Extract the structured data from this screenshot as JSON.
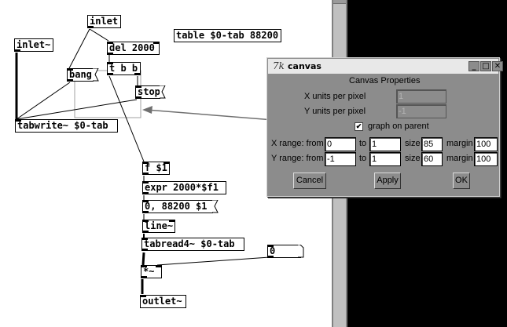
{
  "patch": {
    "objects": {
      "inlet_ctl": "inlet",
      "inlet_sig": "inlet~",
      "del": "del 2000",
      "table": "table $0-tab 88200",
      "trigger": "t b b",
      "bang_msg": "bang",
      "stop_msg": "stop",
      "tabwrite": "tabwrite~ $0-tab",
      "f": "f $1",
      "expr": "expr 2000*$f1",
      "line_msg": "0, 88200 $1",
      "line": "line~",
      "tabread": "tabread4~ $0-tab",
      "number": "0",
      "mult": "*~",
      "outlet": "outlet~"
    }
  },
  "dialog": {
    "icon": "7k",
    "title": "canvas",
    "heading": "Canvas Properties",
    "x_units_label": "X units per pixel",
    "x_units_value": "1",
    "y_units_label": "Y units per pixel",
    "y_units_value": "-1",
    "gop_label": "graph on parent",
    "gop_checked": true,
    "x_range_label": "X range: from",
    "y_range_label": "Y range: from",
    "to_label": "to",
    "size_label": "size",
    "margin_label": "margin",
    "x_from": "0",
    "x_to": "1",
    "x_size": "85",
    "x_margin": "100",
    "y_from": "-1",
    "y_to": "1",
    "y_size": "60",
    "y_margin": "100",
    "cancel": "Cancel",
    "apply": "Apply",
    "ok": "OK",
    "minimize": "_",
    "maximize": "□",
    "close": "✕"
  }
}
